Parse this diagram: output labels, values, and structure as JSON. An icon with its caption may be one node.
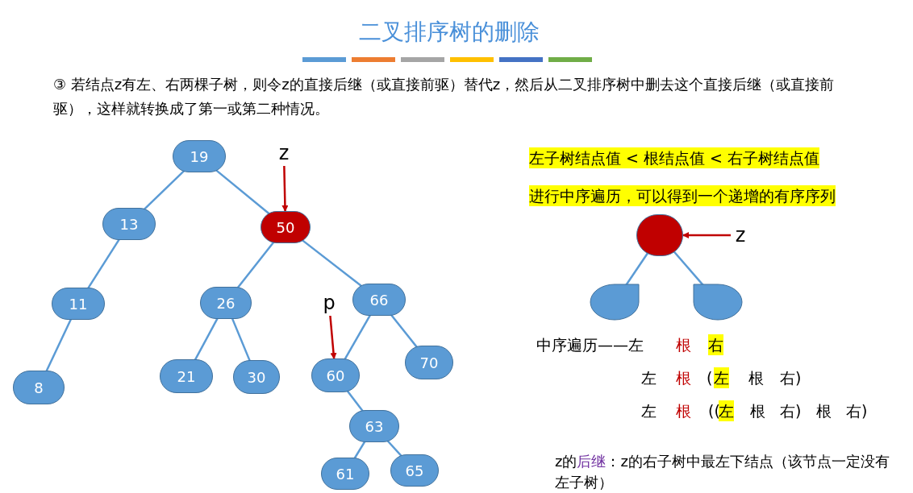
{
  "diagram": {
    "title": "二叉排序树的删除",
    "nodes": [
      {
        "text": [
          "19"
        ]
      },
      {
        "text": [
          "13"
        ]
      },
      {
        "text": [
          "50"
        ]
      },
      {
        "text": [
          "11"
        ]
      },
      {
        "text": [
          "26"
        ]
      },
      {
        "text": [
          "66"
        ]
      },
      {
        "text": [
          "8"
        ]
      },
      {
        "text": [
          "21"
        ]
      },
      {
        "text": [
          "30"
        ]
      },
      {
        "text": [
          "60"
        ]
      },
      {
        "text": [
          "70"
        ]
      },
      {
        "text": [
          "63"
        ]
      },
      {
        "text": [
          "61"
        ]
      },
      {
        "text": [
          "65"
        ]
      },
      {
        "text": [
          "z"
        ]
      },
      {
        "text": [
          "p"
        ]
      },
      {
        "text": [],
        "shape": "circle"
      },
      {
        "text": [
          "z"
        ]
      },
      {
        "text": [],
        "shape": "drop"
      },
      {
        "text": [],
        "shape": "drop"
      }
    ],
    "edges": [
      {
        "from": 0,
        "to": 1,
        "arrow": "none"
      },
      {
        "from": 0,
        "to": 2,
        "arrow": "none"
      },
      {
        "from": 1,
        "to": 3,
        "arrow": "none"
      },
      {
        "from": 3,
        "to": 6,
        "arrow": "none"
      },
      {
        "from": 2,
        "to": 4,
        "arrow": "none"
      },
      {
        "from": 2,
        "to": 5,
        "arrow": "none"
      },
      {
        "from": 4,
        "to": 7,
        "arrow": "none"
      },
      {
        "from": 4,
        "to": 8,
        "arrow": "none"
      },
      {
        "from": 5,
        "to": 9,
        "arrow": "none"
      },
      {
        "from": 5,
        "to": 10,
        "arrow": "none"
      },
      {
        "from": 9,
        "to": 11,
        "arrow": "none"
      },
      {
        "from": 11,
        "to": 12,
        "arrow": "none"
      },
      {
        "from": 11,
        "to": 13,
        "arrow": "none"
      },
      {
        "from": 14,
        "to": 2,
        "arrow": "to",
        "color": "#c00000"
      },
      {
        "from": 15,
        "to": 9,
        "arrow": "to",
        "color": "#c00000"
      },
      {
        "from": 17,
        "to": 16,
        "arrow": "to",
        "color": "#c00000"
      },
      {
        "from": 16,
        "to": 18,
        "arrow": "none"
      },
      {
        "from": 16,
        "to": 19,
        "arrow": "none"
      }
    ],
    "labels": [
      "③ 若结点z有左、右两棵子树，则令z的直接后继（或直接前驱）替代z，然后从二叉排序树中删去这个直接后继（或直接前驱），这样就转换成了第一或第二种情况。",
      "左子树结点值 < 根结点值 < 右子树结点值",
      "进行中序遍历，可以得到一个递增的有序序列",
      "中序遍历——左",
      "根",
      "右",
      "左",
      "根",
      "(",
      "左",
      "根",
      "右)",
      "左",
      "根",
      "((",
      "左",
      "根",
      "右)",
      "根",
      "右)",
      "z的",
      "后继",
      "：z的右子树中最左下结点（该节点一定没有左子树）"
    ]
  }
}
